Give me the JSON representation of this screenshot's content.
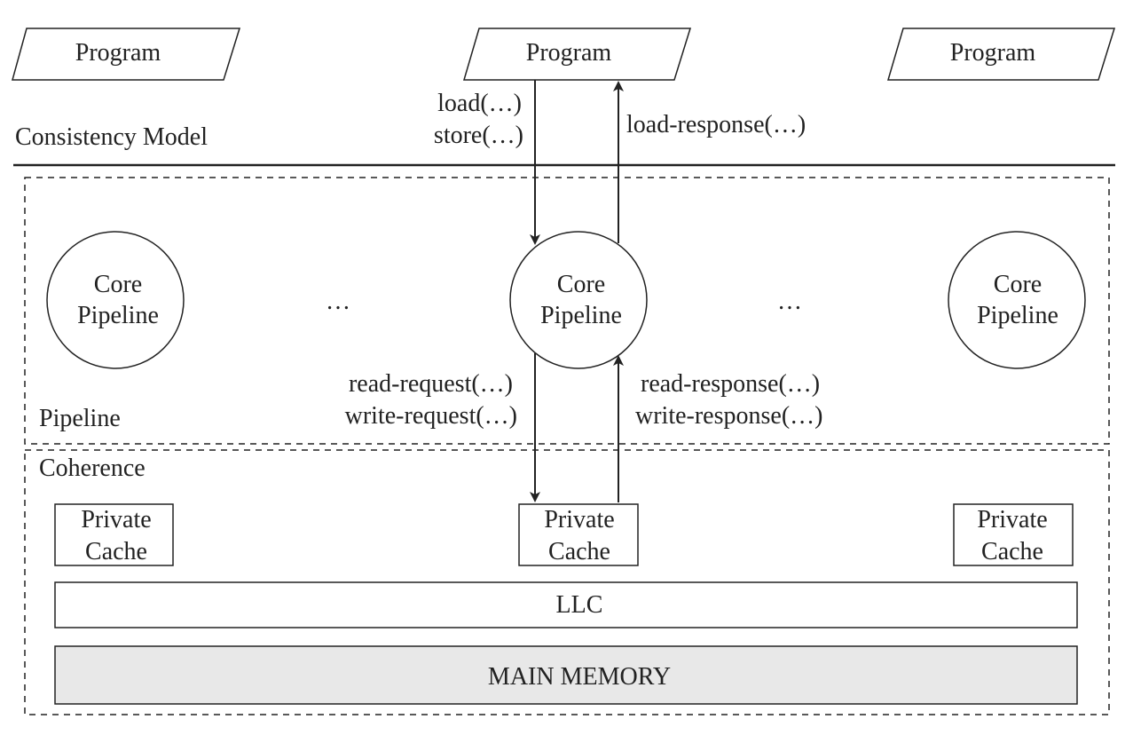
{
  "programs": [
    "Program",
    "Program",
    "Program"
  ],
  "consistency": {
    "label": "Consistency Model",
    "requests": [
      "load(…)",
      "store(…)"
    ],
    "response": "load-response(…)"
  },
  "pipeline": {
    "label": "Pipeline",
    "cores": [
      {
        "line1": "Core",
        "line2": "Pipeline"
      },
      {
        "line1": "Core",
        "line2": "Pipeline"
      },
      {
        "line1": "Core",
        "line2": "Pipeline"
      }
    ],
    "ellipsis": "…",
    "requests": [
      "read-request(…)",
      "write-request(…)"
    ],
    "responses": [
      "read-response(…)",
      "write-response(…)"
    ]
  },
  "coherence": {
    "label": "Coherence",
    "caches": [
      {
        "line1": "Private",
        "line2": "Cache"
      },
      {
        "line1": "Private",
        "line2": "Cache"
      },
      {
        "line1": "Private",
        "line2": "Cache"
      }
    ],
    "llc": "LLC",
    "main_memory": "MAIN MEMORY"
  },
  "colors": {
    "stroke": "#222222",
    "memory_fill": "#e8e8e8",
    "background": "#ffffff"
  }
}
